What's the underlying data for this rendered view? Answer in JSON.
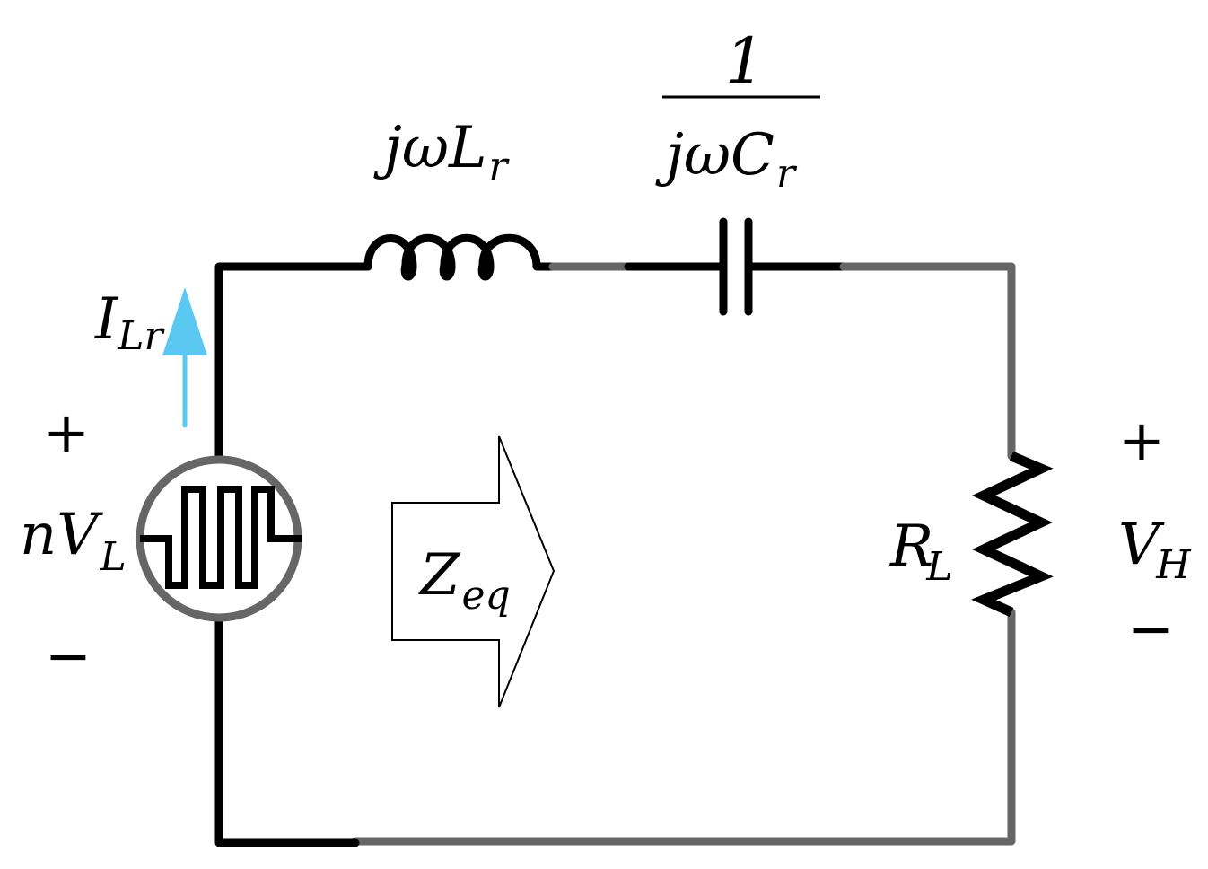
{
  "colors": {
    "wire_dark": "#000000",
    "wire_grey": "#666666",
    "current_arrow": "#5bc8f2",
    "background": "#ffffff"
  },
  "labels": {
    "inductor": {
      "main": "jωL",
      "sub": "r"
    },
    "capacitor": {
      "numerator": "1",
      "main": "jωC",
      "sub": "r"
    },
    "current": {
      "main": "I",
      "sub": "Lr"
    },
    "source": {
      "main": "nV",
      "sub": "L",
      "plus": "+",
      "minus": "−"
    },
    "impedance": {
      "main": "Z",
      "sub": "eq"
    },
    "resistor": {
      "main": "R",
      "sub": "L"
    },
    "output": {
      "main": "V",
      "sub": "H",
      "plus": "+",
      "minus": "−"
    }
  },
  "icons": {
    "source": "square-wave-source-icon",
    "inductor": "inductor-icon",
    "capacitor": "capacitor-icon",
    "resistor": "resistor-icon",
    "impedance_arrow": "right-arrow-icon",
    "current_arrow": "up-arrow-icon"
  }
}
